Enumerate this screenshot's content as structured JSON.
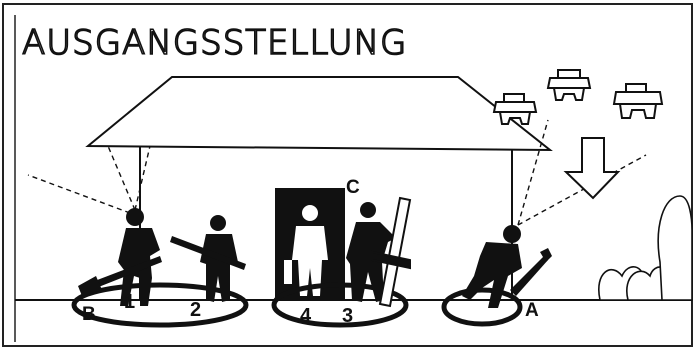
{
  "title": "AUSGANGSSTELLUNG",
  "labels": {
    "b": "B",
    "one": "1",
    "two": "2",
    "c": "C",
    "four": "4",
    "three": "3",
    "a": "A"
  },
  "colors": {
    "ink": "#111111",
    "paper": "#ffffff"
  }
}
